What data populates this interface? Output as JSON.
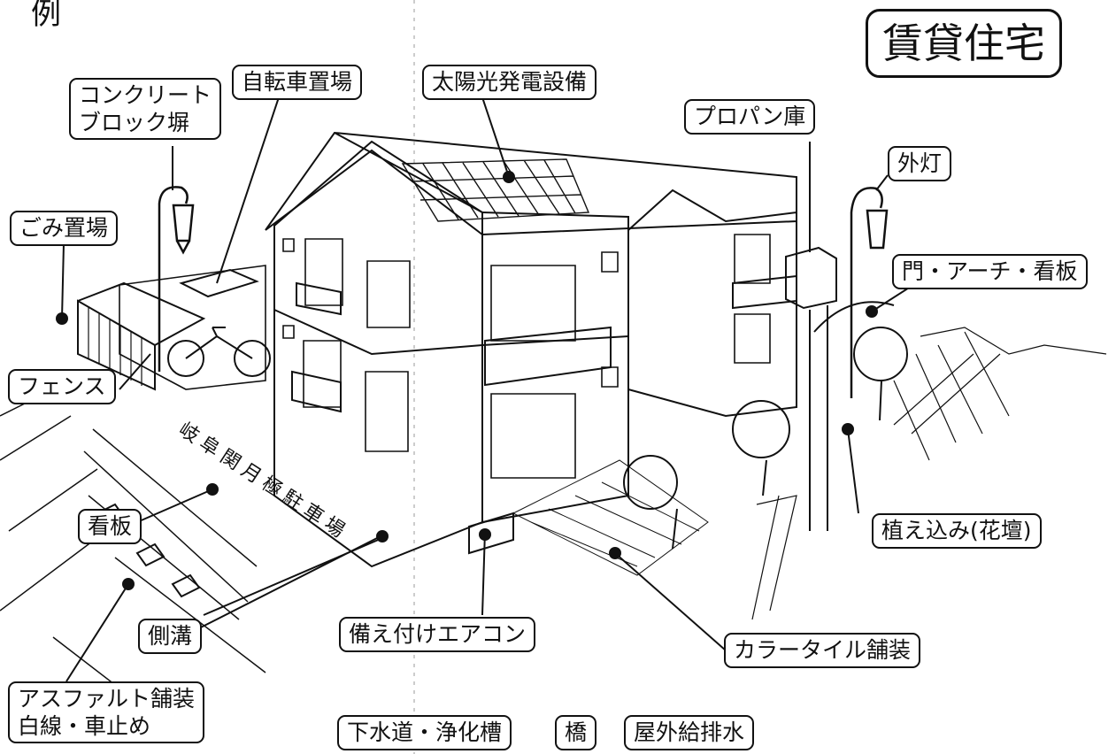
{
  "corner_mark": "例",
  "title": "賃貸住宅",
  "sign_text": "岐阜関月極駐車場",
  "labels": {
    "block_wall_line1": "コンクリート",
    "block_wall_line2": "ブロック塀",
    "bicycle_parking": "自転車置場",
    "solar": "太陽光発電設備",
    "propane": "プロパン庫",
    "outdoor_light": "外灯",
    "garbage": "ごみ置場",
    "gate": "門・アーチ・看板",
    "fence": "フェンス",
    "signboard": "看板",
    "planting": "植え込み(花壇)",
    "gutter": "側溝",
    "aircon": "備え付けエアコン",
    "tile": "カラータイル舗装",
    "asphalt_line1": "アスファルト舗装",
    "asphalt_line2": "白線・車止め",
    "sewer": "下水道・浄化槽",
    "bridge": "橋",
    "drainage": "屋外給排水"
  }
}
